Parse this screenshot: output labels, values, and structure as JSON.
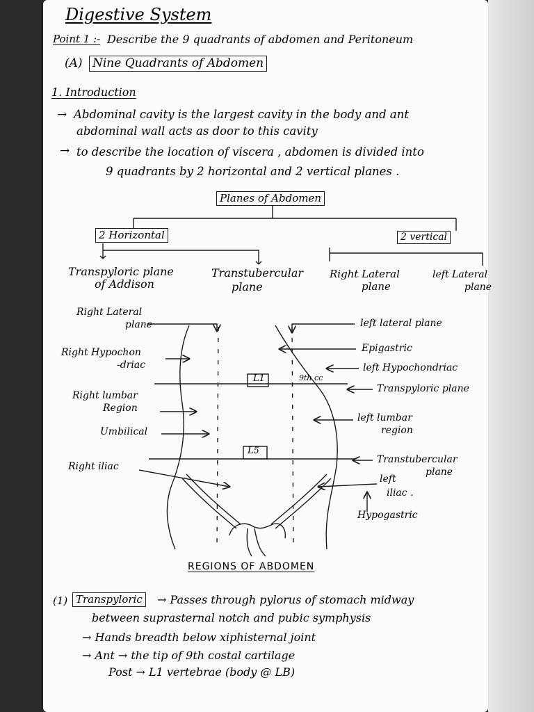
{
  "title": "Digestive System",
  "point": {
    "label": "Point 1 :-",
    "text": "Describe the 9 quadrants of abdomen and Peritoneum"
  },
  "section_a": {
    "marker": "(A)",
    "heading": "Nine Quadrants of Abdomen"
  },
  "intro": {
    "heading": "1. Introduction",
    "bullets": [
      {
        "arrow": "→",
        "lines": [
          "Abdominal cavity is the largest cavity in the body and ant",
          "abdominal wall acts as door to this cavity"
        ]
      },
      {
        "arrow": "→",
        "lines": [
          "to describe the location of viscera , abdomen is divided into",
          "9 quadrants by 2 horizontal and 2 vertical planes ."
        ]
      }
    ]
  },
  "tree": {
    "root": "Planes of Abdomen",
    "left_group": "2 Horizontal",
    "right_group": "2 vertical",
    "leaves": [
      {
        "line1": "Transpyloric plane",
        "line2": "of Addison"
      },
      {
        "line1": "Transtubercular",
        "line2": "plane"
      },
      {
        "line1": "Right Lateral",
        "line2": "plane"
      },
      {
        "line1": "left Lateral",
        "line2": "plane"
      }
    ]
  },
  "diagram": {
    "left_labels": [
      {
        "line1": "Right Lateral",
        "line2": "plane"
      },
      {
        "line1": "Right Hypochon",
        "line2": "-driac"
      },
      {
        "line1": "Right lumbar",
        "line2": "Region"
      },
      {
        "line1": "Umbilical",
        "line2": ""
      },
      {
        "line1": "Right iliac",
        "line2": ""
      }
    ],
    "right_labels": [
      {
        "line1": "left lateral plane",
        "line2": ""
      },
      {
        "line1": "Epigastric",
        "line2": ""
      },
      {
        "line1": "left Hypochondriac",
        "line2": ""
      },
      {
        "line1": "Transpyloric plane",
        "line2": ""
      },
      {
        "line1": "left lumbar",
        "line2": "region"
      },
      {
        "line1": "Transtubercular",
        "line2": "plane"
      },
      {
        "line1": "left",
        "line2": "iliac ."
      },
      {
        "line1": "Hypogastric",
        "line2": ""
      }
    ],
    "vertebra_upper": "L1",
    "vertebra_lower": "L5",
    "rib_label": "9th cc",
    "caption": "REGIONS OF ABDOMEN"
  },
  "transpyloric": {
    "marker": "(1)",
    "boxed_term": "Transpyloric",
    "line1": "→ Passes through pylorus of stomach midway",
    "line2": "between suprasternal notch and pubic symphysis",
    "line3": "→ Hands breadth below xiphisternal joint",
    "line4": "→ Ant → the tip of 9th costal cartilage",
    "line5": "Post → L1 vertebrae (body @ LB)"
  }
}
